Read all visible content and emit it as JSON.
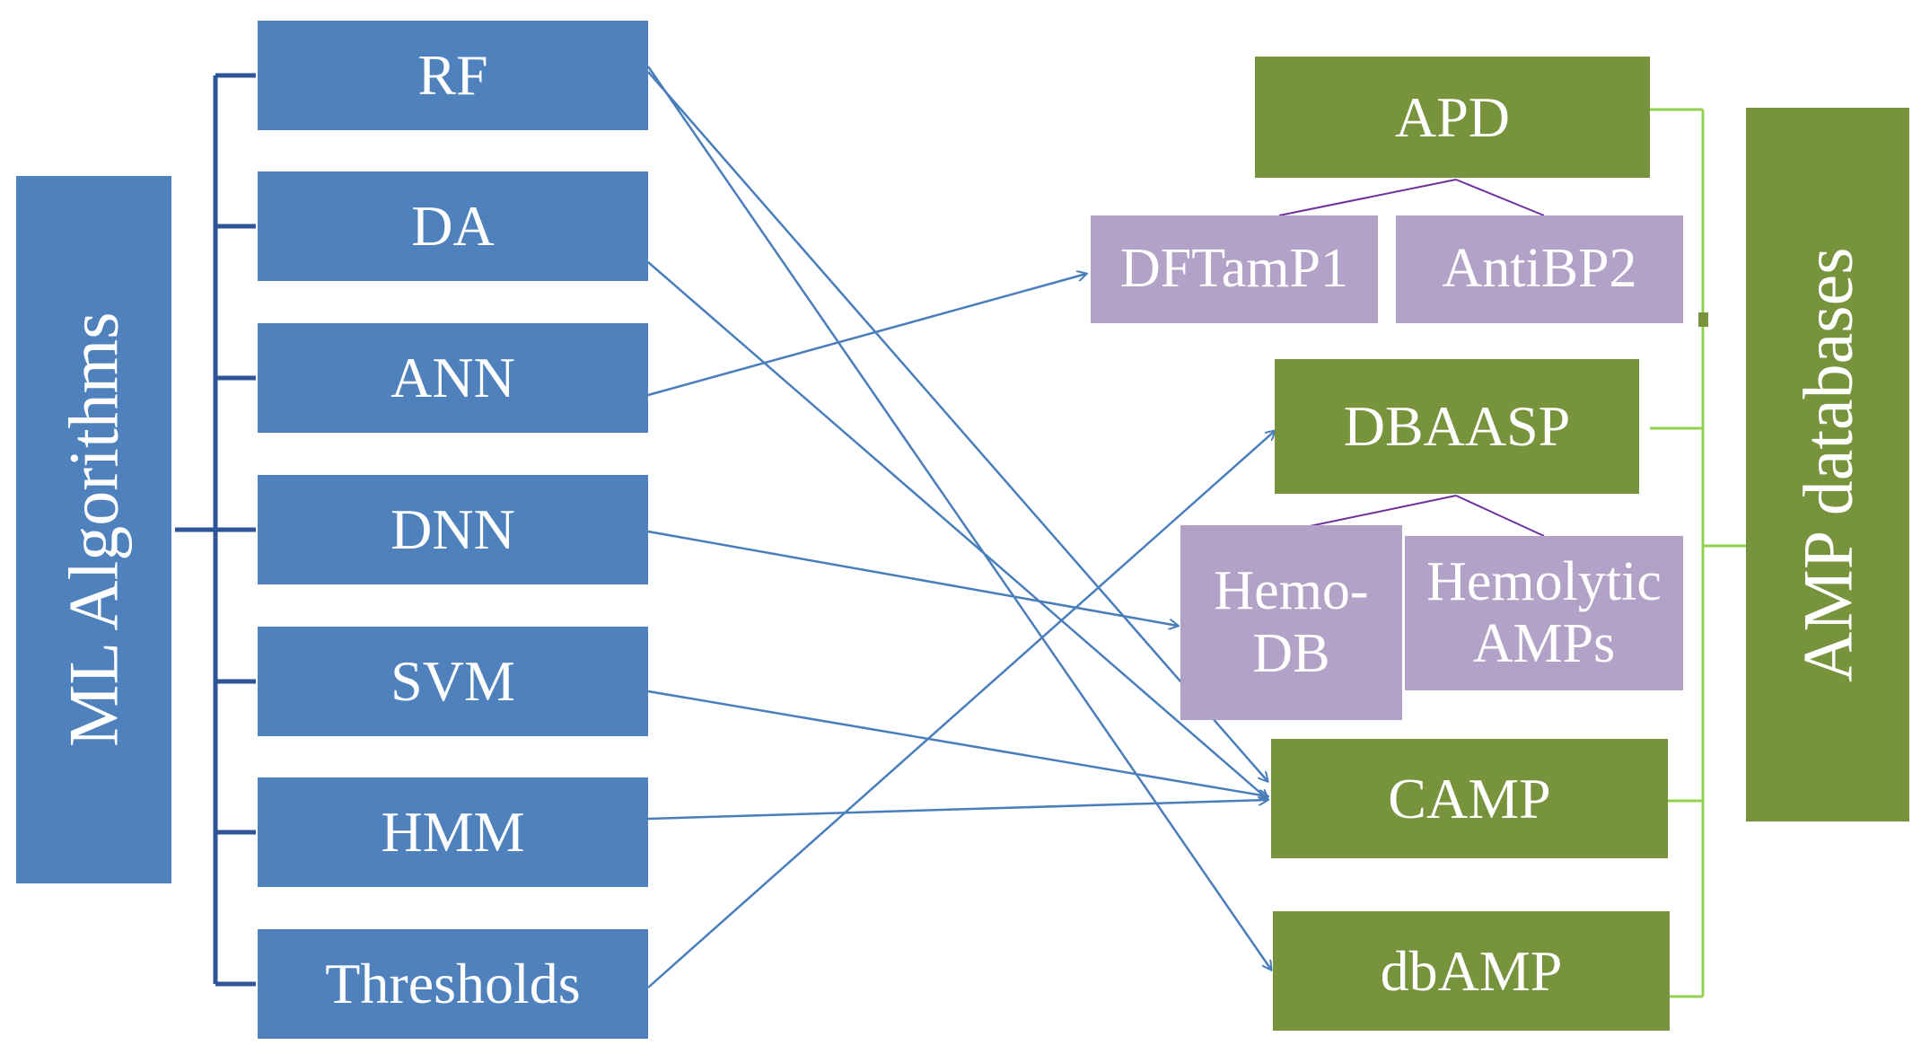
{
  "diagram": {
    "ml_label": "ML Algorithms",
    "db_label": "AMP databases",
    "algorithms": [
      {
        "id": "rf",
        "label": "RF"
      },
      {
        "id": "da",
        "label": "DA"
      },
      {
        "id": "ann",
        "label": "ANN"
      },
      {
        "id": "dnn",
        "label": "DNN"
      },
      {
        "id": "svm",
        "label": "SVM"
      },
      {
        "id": "hmm",
        "label": "HMM"
      },
      {
        "id": "thresholds",
        "label": "Thresholds"
      }
    ],
    "databases": [
      {
        "id": "apd",
        "label": "APD"
      },
      {
        "id": "dbaasp",
        "label": "DBAASP"
      },
      {
        "id": "camp",
        "label": "CAMP"
      },
      {
        "id": "dbamp",
        "label": "dbAMP"
      }
    ],
    "sub_databases": [
      {
        "id": "dftamp1",
        "parent": "apd",
        "lines": [
          "DFTamP1"
        ]
      },
      {
        "id": "antibp2",
        "parent": "apd",
        "lines": [
          "AntiBP2"
        ]
      },
      {
        "id": "hemo-db",
        "parent": "dbaasp",
        "lines": [
          "Hemo-",
          "DB"
        ]
      },
      {
        "id": "hemolytic-amps",
        "parent": "dbaasp",
        "lines": [
          "Hemolytic",
          "AMPs"
        ]
      }
    ],
    "links": [
      {
        "from": "rf",
        "to": "camp"
      },
      {
        "from": "rf",
        "to": "dbamp"
      },
      {
        "from": "da",
        "to": "camp"
      },
      {
        "from": "ann",
        "to": "dftamp1"
      },
      {
        "from": "dnn",
        "to": "hemo-db"
      },
      {
        "from": "svm",
        "to": "camp"
      },
      {
        "from": "hmm",
        "to": "camp"
      },
      {
        "from": "thresholds",
        "to": "dbaasp"
      }
    ],
    "colors": {
      "algorithm_fill": "#4f81bd",
      "database_fill": "#77933c",
      "sub_database_fill": "#b3a2c7",
      "arrow": "#4a7ebb",
      "left_bracket": "#2e5597",
      "right_bracket": "#92d050",
      "sub_connector": "#7030a0"
    }
  }
}
